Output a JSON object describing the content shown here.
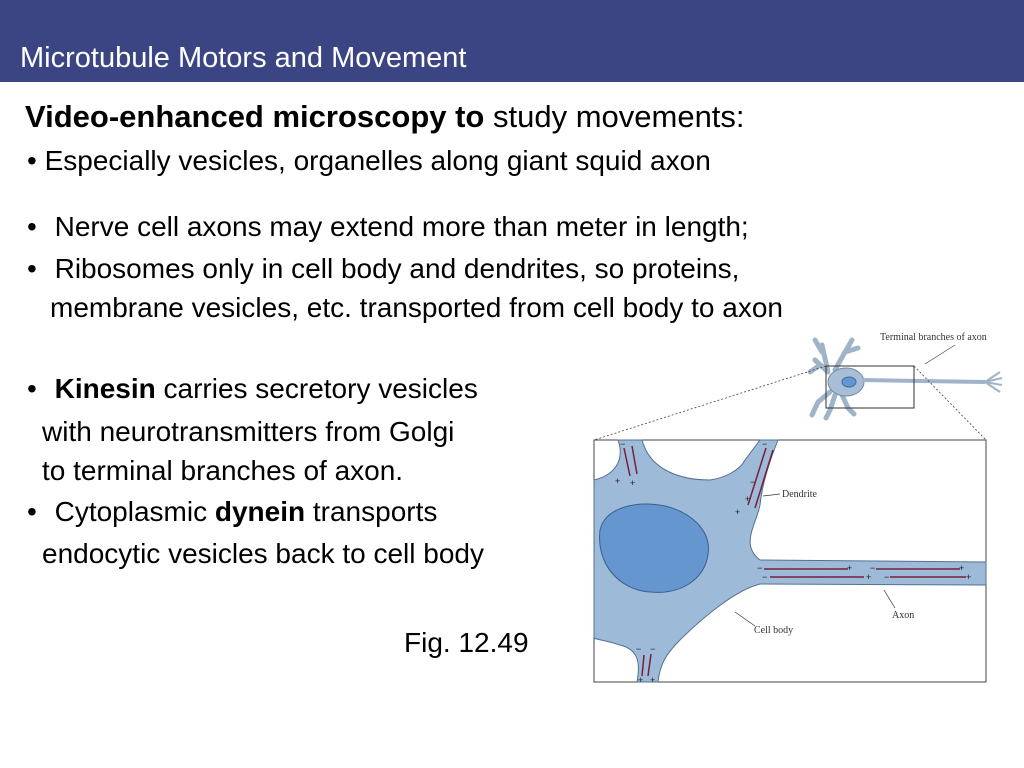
{
  "slide": {
    "title": "Microtubule Motors and Movement",
    "colors": {
      "title_bar": "#3c4584",
      "title_text": "#ffffff",
      "cell_fill": "#9dbad8",
      "nucleus_fill": "#6596cf",
      "microtubule": "#7a1f3a"
    }
  },
  "intro": {
    "heading_bold": "Video-enhanced microscopy to",
    "heading_rest": " study movements:",
    "bullet": "Especially vesicles, organelles along giant squid axon"
  },
  "bullets": {
    "b1": "Nerve cell axons may extend more than meter in length;",
    "b2_line1": "Ribosomes only in cell body and dendrites, so proteins,",
    "b2_line2": "membrane vesicles, etc. transported from cell body to axon"
  },
  "motors": {
    "kinesin_bold": "Kinesin",
    "kinesin_rest": " carries secretory vesicles",
    "kinesin_line2": "with neurotransmitters from Golgi",
    "kinesin_line3": "to terminal branches of axon.",
    "dynein_pre": "Cytoplasmic ",
    "dynein_bold": "dynein",
    "dynein_rest": " transports",
    "dynein_line2": "endocytic vesicles back to cell body"
  },
  "bullet_char": "•",
  "figure": {
    "caption": "Fig. 12.49",
    "labels": {
      "terminal": "Terminal branches of axon",
      "dendrite": "Dendrite",
      "axon": "Axon",
      "cell_body": "Cell body"
    },
    "plus": "+",
    "minus": "−"
  }
}
